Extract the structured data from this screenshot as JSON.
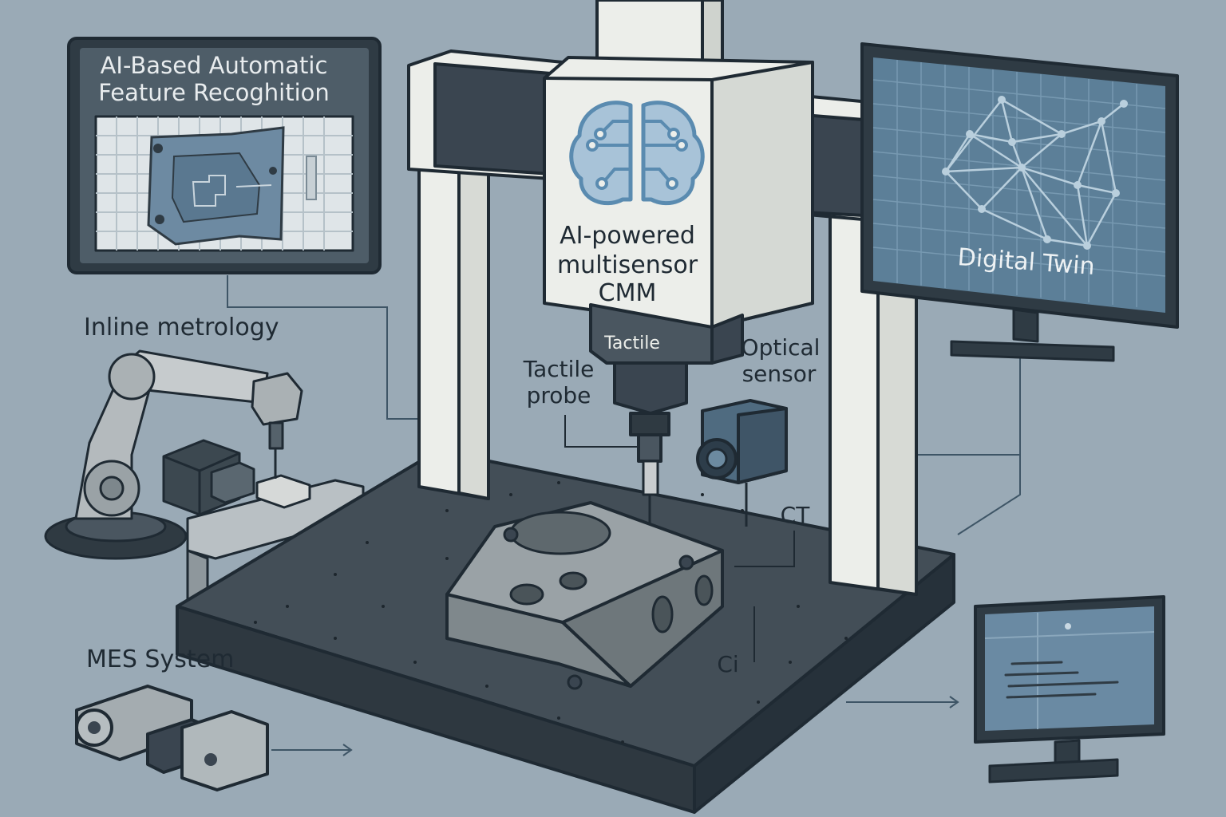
{
  "labels": {
    "feature_panel_title_line1": "AI-Based Automatic",
    "feature_panel_title_line2": "Feature Recoghition",
    "cmm_line1": "AI-powered",
    "cmm_line2": "multisensor",
    "cmm_line3": "CMM",
    "tactile_head": "Tactile",
    "tactile_probe_line1": "Tactile",
    "tactile_probe_line2": "probe",
    "optical_line1": "Optical",
    "optical_line2": "sensor",
    "ct": "CT",
    "ci": "Ci",
    "digital_twin": "Digital Twin",
    "inline_metrology": "Inline metrology",
    "mes_system": "MES System"
  },
  "icons": {
    "brain": "brain-circuit-icon"
  },
  "colors": {
    "background": "#9aaab6",
    "ink": "#1f2a33",
    "granite": "#3f4a53",
    "frame_white": "#eceeea",
    "frame_dark": "#3a4550",
    "screen_blue": "#5c7f98",
    "brain_blue": "#5a8bb0"
  }
}
